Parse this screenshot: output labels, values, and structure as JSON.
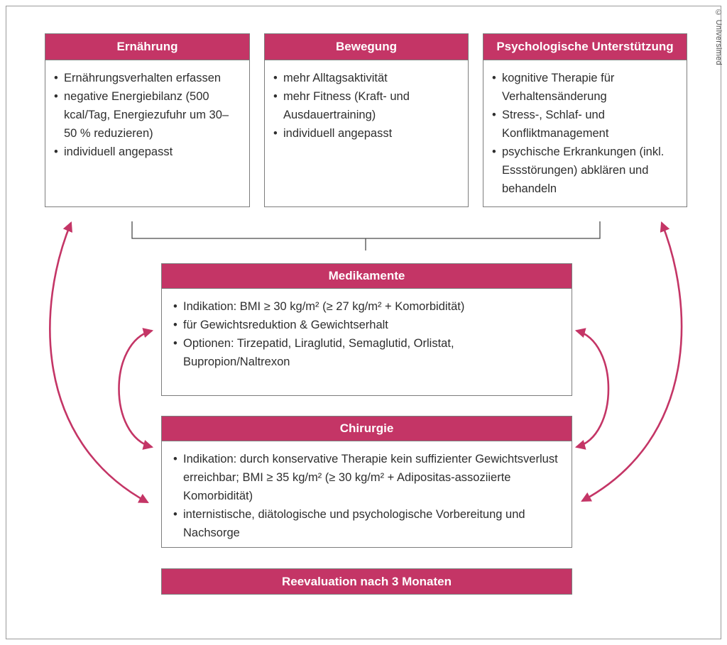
{
  "page": {
    "copyright": "© Universimed"
  },
  "colors": {
    "accent": "#c43566",
    "connector": "#4a4a4a",
    "box_border": "#7d7d7d"
  },
  "boxes": {
    "ernaehrung": {
      "title": "Ernährung",
      "bullets": [
        "Ernährungsverhalten erfassen",
        "negative Energiebilanz (500 kcal/Tag, Energiezufuhr um 30–50 % reduzieren)",
        "individuell angepasst"
      ]
    },
    "bewegung": {
      "title": "Bewegung",
      "bullets": [
        "mehr Alltagsaktivität",
        "mehr Fitness (Kraft- und Ausdauertraining)",
        "individuell angepasst"
      ]
    },
    "psych": {
      "title": "Psychologische Unterstützung",
      "bullets": [
        "kognitive Therapie für Verhaltensänderung",
        "Stress-, Schlaf- und Konfliktmanagement",
        "psychische Erkrankungen (inkl. Essstörungen) abklären und behandeln"
      ]
    },
    "medikamente": {
      "title": "Medikamente",
      "bullets": [
        "Indikation: BMI ≥ 30 kg/m² (≥ 27 kg/m² + Komorbidität)",
        "für Gewichtsreduktion & Gewichtserhalt",
        "Optionen: Tirzepatid, Liraglutid, Semaglutid, Orlistat, Bupropion/Naltrexon"
      ]
    },
    "chirurgie": {
      "title": "Chirurgie",
      "bullets": [
        "Indikation: durch konservative Therapie kein suffizienter Gewichtsverlust erreichbar; BMI ≥ 35 kg/m² (≥ 30 kg/m² + Adipositas-assoziierte Komorbidität)",
        "internistische, diätologische und psychologische Vorbereitung und Nachsorge"
      ]
    },
    "reevaluation": {
      "title": "Reevaluation nach 3 Monaten"
    }
  }
}
